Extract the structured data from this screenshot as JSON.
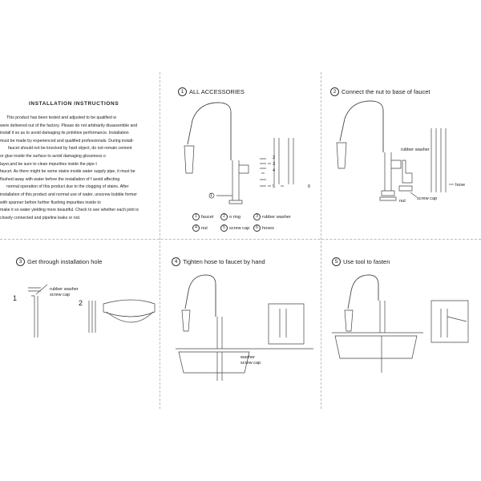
{
  "intro": {
    "title": "INSTALLATION INSTRUCTIONS",
    "lines": [
      "This product  has been tested and adjusted  to be qualified w",
      "were delivered out of the factory. Please do not arbitrarily disassemble and",
      "install it so as to avoid damaging its primitive performance. Installation",
      "must be made by experienced  and qualified professionals.  During install-",
      "faucet should not be knocked by hard object, do not remain cement",
      "or glue inside the  surface to  avoid damaging glossiness  o",
      "layer,and be sure to clean impurities inside the pipe t",
      "faucet. As there might be some stains inside water supply pipe, it must be",
      "flushed away with water before the installation of f       avoid affecting",
      "normal operation of this product due to the clogging of stains. After",
      "installation of this product and normal use of water, unscrew bubble former",
      "with spanner before further flushing impurities inside               to",
      "make it so water yielding more beautiful. Check to see whether each joint is",
      "closely connected and pipeline leaks or not."
    ]
  },
  "steps": [
    {
      "num": "1",
      "title": "ALL ACCESSORIES"
    },
    {
      "num": "2",
      "title": "Connect the nut to base of faucet"
    },
    {
      "num": "3",
      "title": "Get through installation hole"
    },
    {
      "num": "4",
      "title": "Tighten hose to faucet by hand"
    },
    {
      "num": "5",
      "title": "Use tool to fasten"
    }
  ],
  "accessories": [
    {
      "num": "1",
      "label": "faucet"
    },
    {
      "num": "2",
      "label": "o ring"
    },
    {
      "num": "3",
      "label": "rubber washer"
    },
    {
      "num": "4",
      "label": "nut"
    },
    {
      "num": "5",
      "label": "screw cap"
    },
    {
      "num": "6",
      "label": "hoses"
    }
  ],
  "step1_callouts": [
    "1",
    "2",
    "3",
    "4",
    "5",
    "6"
  ],
  "step2_labels": {
    "rubber_washer": "rubber washer",
    "hose": "hose",
    "screw_cap": "screw cap",
    "nut": "nut"
  },
  "step3_labels": {
    "rubber_washer": "rubber washer",
    "screw_cap": "screw cap",
    "left_num": "1",
    "right_num": "2"
  },
  "step4_labels": {
    "washer": "washer",
    "screw_cap": "screw cap"
  }
}
